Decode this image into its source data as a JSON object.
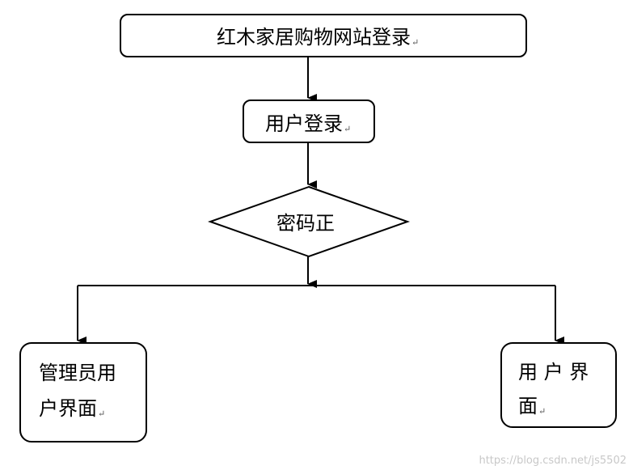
{
  "nodes": {
    "title": {
      "text": "红木家居购物网站登录",
      "mark": "↵"
    },
    "login": {
      "text": "用户登录",
      "mark": "↵"
    },
    "decision": {
      "text": "密码正"
    },
    "admin": {
      "line1": "管理员用",
      "line2": "户界面",
      "mark": "↵"
    },
    "user": {
      "line1": "用 户 界",
      "line2": "面",
      "mark": "↵"
    }
  },
  "watermark": "https://blog.csdn.net/js5502"
}
